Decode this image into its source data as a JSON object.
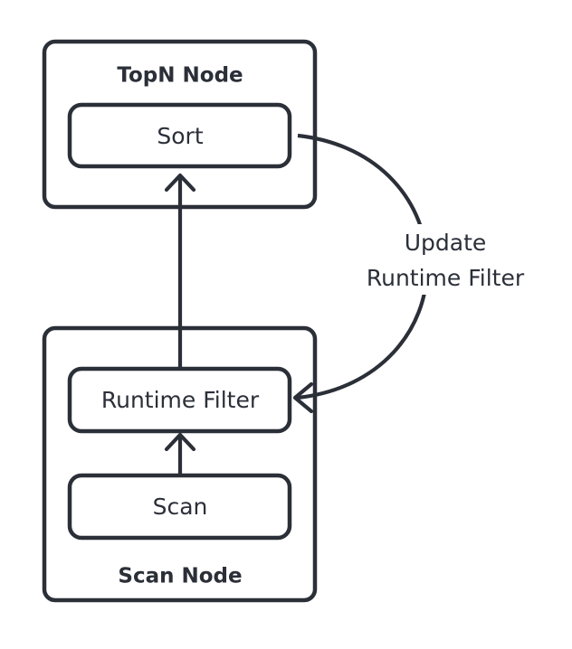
{
  "diagram": {
    "type": "flowchart",
    "background_color": "#ffffff",
    "stroke_color": "#2b2f38",
    "nodes": [
      {
        "id": "topn-node",
        "title": "TopN Node",
        "children": [
          {
            "id": "sort-box",
            "label": "Sort"
          }
        ]
      },
      {
        "id": "scan-node",
        "title": "Scan Node",
        "children": [
          {
            "id": "runtime-filter-box",
            "label": "Runtime Filter"
          },
          {
            "id": "scan-box",
            "label": "Scan"
          }
        ]
      }
    ],
    "edges": [
      {
        "id": "scan-to-runtime-filter",
        "from": "scan-box",
        "to": "runtime-filter-box",
        "label": "",
        "direction": "up"
      },
      {
        "id": "runtime-filter-to-sort",
        "from": "runtime-filter-box",
        "to": "sort-box",
        "label": "",
        "direction": "up"
      },
      {
        "id": "sort-to-runtime-filter-feedback",
        "from": "sort-box",
        "to": "runtime-filter-box",
        "label_line1": "Update",
        "label_line2": "Runtime Filter",
        "direction": "curved-left"
      }
    ]
  }
}
